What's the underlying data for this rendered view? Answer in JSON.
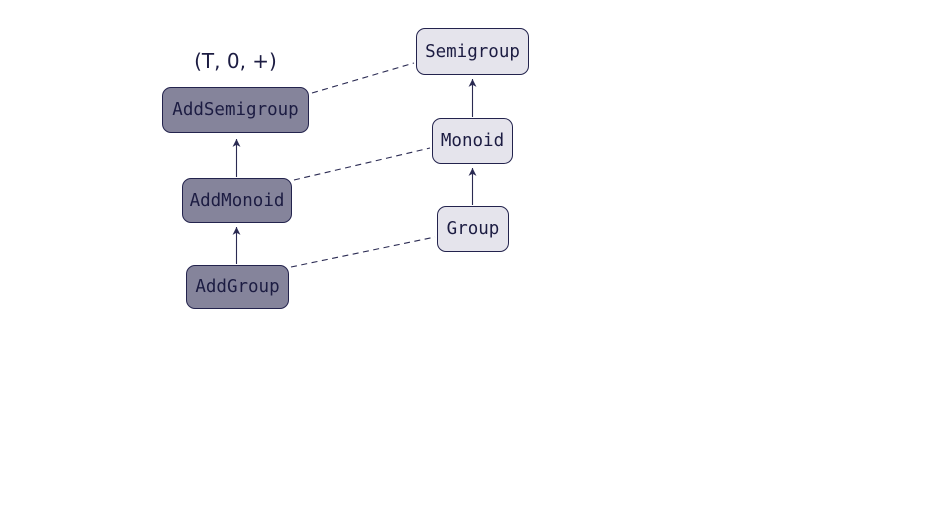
{
  "diagram": {
    "tuple_label": "(T, 0, +)",
    "colors": {
      "background": "#ffffff",
      "dark_fill": "#85849b",
      "light_fill": "#e5e4ec",
      "border": "#23234d",
      "text": "#1c1c42",
      "edge": "#2a2a52"
    },
    "additive_nodes": [
      {
        "id": "AddSemigroup",
        "label": "AddSemigroup"
      },
      {
        "id": "AddMonoid",
        "label": "AddMonoid"
      },
      {
        "id": "AddGroup",
        "label": "AddGroup"
      }
    ],
    "multiplicative_nodes": [
      {
        "id": "Semigroup",
        "label": "Semigroup"
      },
      {
        "id": "Monoid",
        "label": "Monoid"
      },
      {
        "id": "Group",
        "label": "Group"
      }
    ],
    "edges": [
      {
        "from": "AddMonoid",
        "to": "AddSemigroup",
        "style": "solid-arrow"
      },
      {
        "from": "AddGroup",
        "to": "AddMonoid",
        "style": "solid-arrow"
      },
      {
        "from": "Monoid",
        "to": "Semigroup",
        "style": "solid-arrow"
      },
      {
        "from": "Group",
        "to": "Monoid",
        "style": "solid-arrow"
      },
      {
        "from": "AddSemigroup",
        "to": "Semigroup",
        "style": "dashed"
      },
      {
        "from": "AddMonoid",
        "to": "Monoid",
        "style": "dashed"
      },
      {
        "from": "AddGroup",
        "to": "Group",
        "style": "dashed"
      }
    ]
  }
}
